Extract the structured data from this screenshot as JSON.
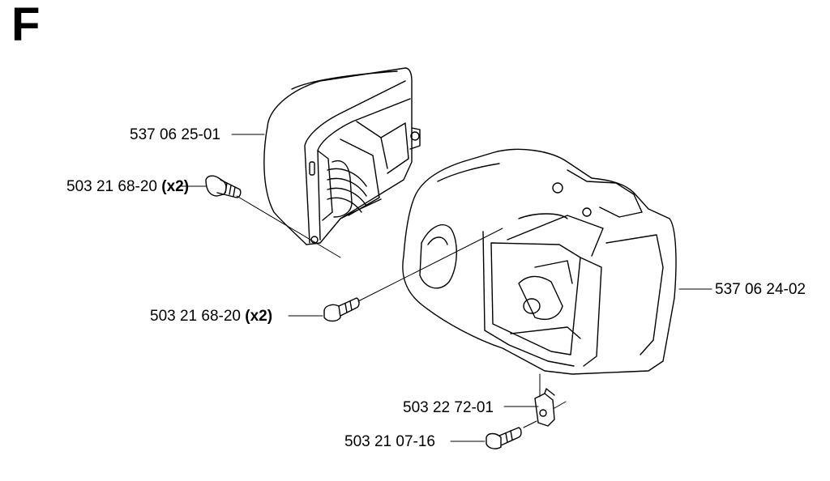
{
  "section_letter": "F",
  "parts": {
    "cover_top": {
      "number": "537 06 25-01"
    },
    "screw_top": {
      "number": "503 21 68-20",
      "qty": "(x2)"
    },
    "screw_mid": {
      "number": "503 21 68-20",
      "qty": "(x2)"
    },
    "housing": {
      "number": "537 06 24-02"
    },
    "clip": {
      "number": "503 22 72-01"
    },
    "screw_bottom": {
      "number": "503 21 07-16"
    }
  }
}
